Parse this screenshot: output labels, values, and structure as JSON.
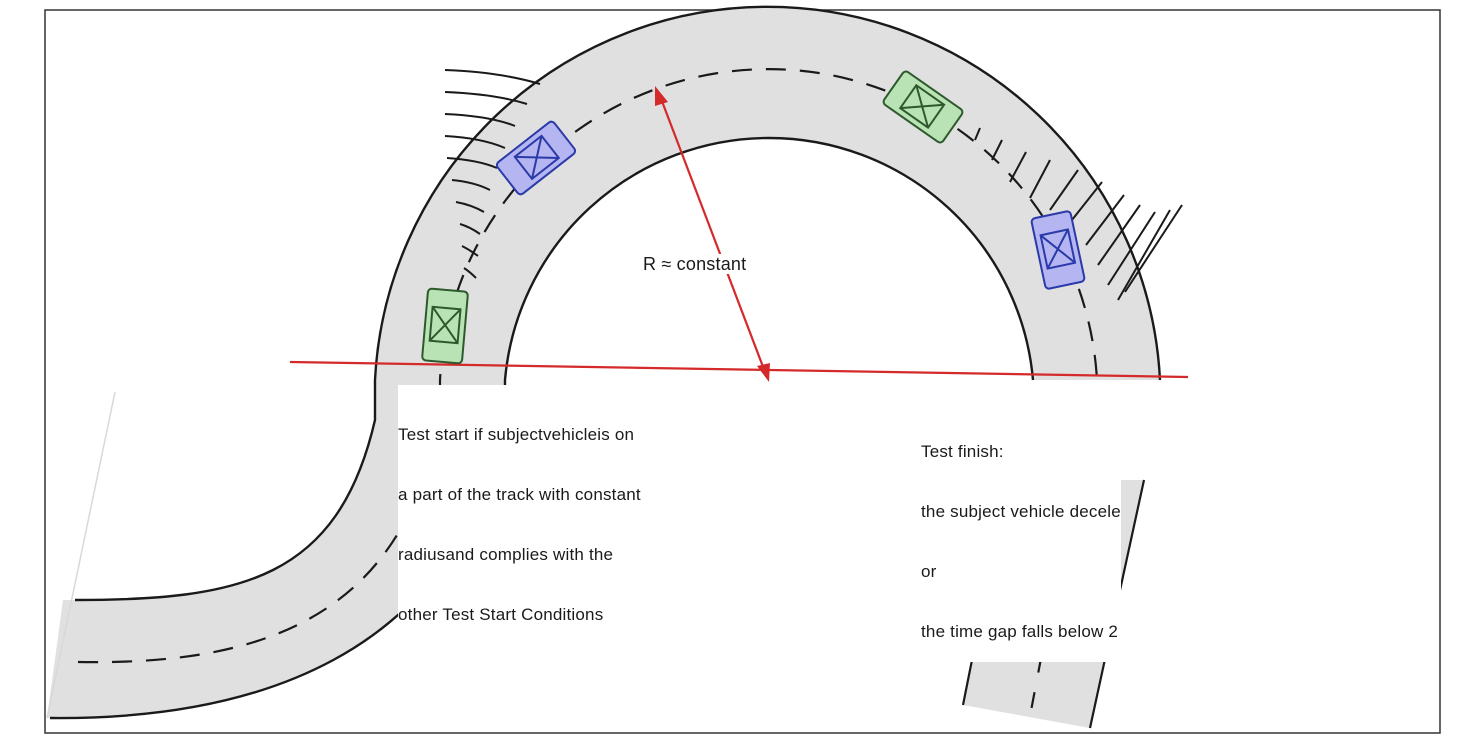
{
  "labels": {
    "radius": "R ≈ constant",
    "test_start": [
      "Test start if subjectvehicleis on",
      "a part of the track with constant",
      "radiusand complies with the",
      "other Test Start Conditions"
    ],
    "test_finish": [
      "Test finish:",
      "the subject vehicle decele",
      "or",
      "the time gap falls below 2"
    ]
  },
  "colors": {
    "road": "#e0e0e0",
    "edge": "#1a1a1a",
    "measure": "#d42a2a",
    "target_vehicle": "#b9e3b4",
    "subject_vehicle": "#b5b5f2",
    "target_vehicle_outline": "#2d5a2d",
    "subject_vehicle_outline": "#2a3aa8"
  },
  "vehicles": [
    {
      "name": "target-vehicle-lower-left",
      "role": "target",
      "icon": "car-icon"
    },
    {
      "name": "subject-vehicle-upper-left",
      "role": "subject",
      "icon": "car-icon"
    },
    {
      "name": "target-vehicle-top-right",
      "role": "target",
      "icon": "car-icon"
    },
    {
      "name": "subject-vehicle-right",
      "role": "subject",
      "icon": "car-icon"
    }
  ]
}
